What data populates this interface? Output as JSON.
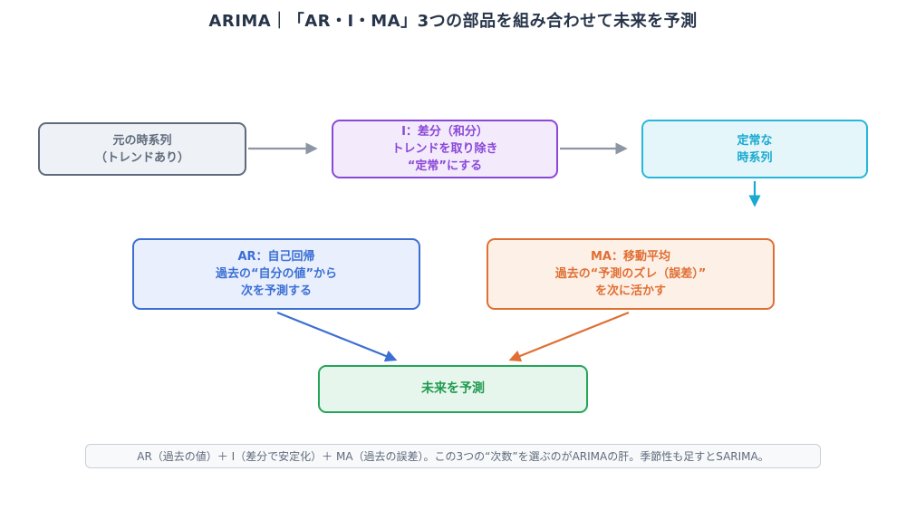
{
  "title": "ARIMA｜「AR・I・MA」3つの部品を組み合わせて未来を予測",
  "nodes": {
    "source": {
      "lines": [
        "元の時系列",
        "（トレンドあり）"
      ]
    },
    "differencing": {
      "lines": [
        "I：差分（和分）",
        "トレンドを取り除き",
        "“定常”にする"
      ]
    },
    "stationary": {
      "lines": [
        "定常な",
        "時系列"
      ]
    },
    "ar": {
      "lines": [
        "AR：自己回帰",
        "過去の“自分の値”から",
        "次を予測する"
      ]
    },
    "ma": {
      "lines": [
        "MA：移動平均",
        "過去の“予測のズレ（誤差）”",
        "を次に活かす"
      ]
    },
    "forecast": {
      "lines": [
        "未来を予測"
      ]
    }
  },
  "note": "AR（過去の値）＋ I（差分で安定化）＋ MA（過去の誤差）。この3つの“次数”を選ぶのがARIMAの肝。季節性も足すとSARIMA。",
  "colors": {
    "gray": "#5f6b7d",
    "purple": "#8a48d8",
    "cyan": "#27b7db",
    "blue": "#3b6fd4",
    "orange": "#e06f33",
    "green": "#27a559",
    "connector": "#8d96a3"
  }
}
